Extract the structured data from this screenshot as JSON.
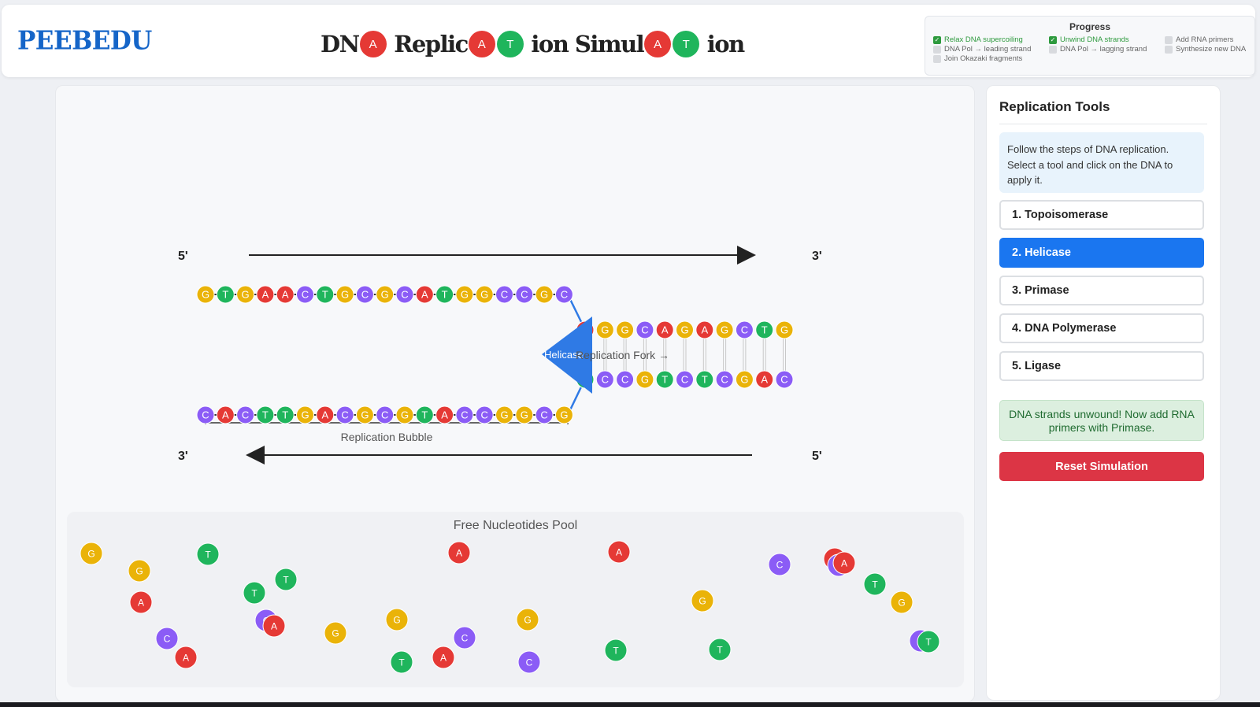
{
  "brand": {
    "logo": "PEEBEDU"
  },
  "title": {
    "parts": [
      {
        "text": "DN"
      },
      {
        "ball": "A",
        "color": "#e53935"
      },
      {
        "text": " Replic"
      },
      {
        "ball": "A",
        "color": "#e53935"
      },
      {
        "ball": "T",
        "color": "#1fb55c"
      },
      {
        "text": " ion Simul"
      },
      {
        "ball": "A",
        "color": "#e53935"
      },
      {
        "ball": "T",
        "color": "#1fb55c"
      },
      {
        "text": " ion"
      }
    ]
  },
  "progress": {
    "title": "Progress",
    "items": [
      {
        "label": "Relax DNA supercoiling",
        "done": true
      },
      {
        "label": "Unwind DNA strands",
        "done": true
      },
      {
        "label": "Add RNA primers",
        "done": false
      },
      {
        "label": "DNA Pol → leading strand",
        "done": false
      },
      {
        "label": "DNA Pol → lagging strand",
        "done": false
      },
      {
        "label": "Synthesize new DNA",
        "done": false
      },
      {
        "label": "Join Okazaki fragments",
        "done": false
      }
    ]
  },
  "colors": {
    "A": "#e53935",
    "T": "#1fb55c",
    "G": "#eab308",
    "C": "#8b5cf6",
    "helicase": "#2f7ae5",
    "accent": "#1a76f0",
    "danger": "#dc3545"
  },
  "simulation": {
    "top_left_label": "5'",
    "top_right_label": "3'",
    "bottom_left_label": "3'",
    "bottom_right_label": "5'",
    "strand_top": [
      "G",
      "T",
      "G",
      "A",
      "A",
      "C",
      "T",
      "G",
      "C",
      "G",
      "C",
      "A",
      "T",
      "G",
      "G",
      "C",
      "C",
      "G",
      "C"
    ],
    "strand_bottom": [
      "C",
      "A",
      "C",
      "T",
      "T",
      "G",
      "A",
      "C",
      "G",
      "C",
      "G",
      "T",
      "A",
      "C",
      "C",
      "G",
      "G",
      "C",
      "G"
    ],
    "duplex_top": [
      "A",
      "G",
      "G",
      "C",
      "A",
      "G",
      "A",
      "G",
      "C",
      "T",
      "G"
    ],
    "duplex_bottom": [
      "T",
      "C",
      "C",
      "G",
      "T",
      "C",
      "T",
      "C",
      "G",
      "A",
      "C"
    ],
    "helicase_label": "Helicase",
    "fork_label": "Replication Fork →",
    "bubble_label": "Replication Bubble",
    "pool_title": "Free Nucleotides Pool",
    "free_nucleotides": [
      "G",
      "G",
      "T",
      "A",
      "T",
      "T",
      "C",
      "A",
      "C",
      "A",
      "G",
      "G",
      "T",
      "C",
      "A",
      "A",
      "G",
      "C",
      "T",
      "A",
      "G",
      "T",
      "C",
      "A",
      "C",
      "A",
      "T",
      "G",
      "C",
      "T"
    ]
  },
  "panel": {
    "title": "Replication Tools",
    "info": "Follow the steps of DNA replication. Select a tool and click on the DNA to apply it.",
    "tools": [
      "1. Topoisomerase",
      "2. Helicase",
      "3. Primase",
      "4. DNA Polymerase",
      "5. Ligase"
    ],
    "active_tool": 1,
    "status": "DNA strands unwound! Now add RNA primers with Primase.",
    "reset_label": "Reset Simulation"
  }
}
